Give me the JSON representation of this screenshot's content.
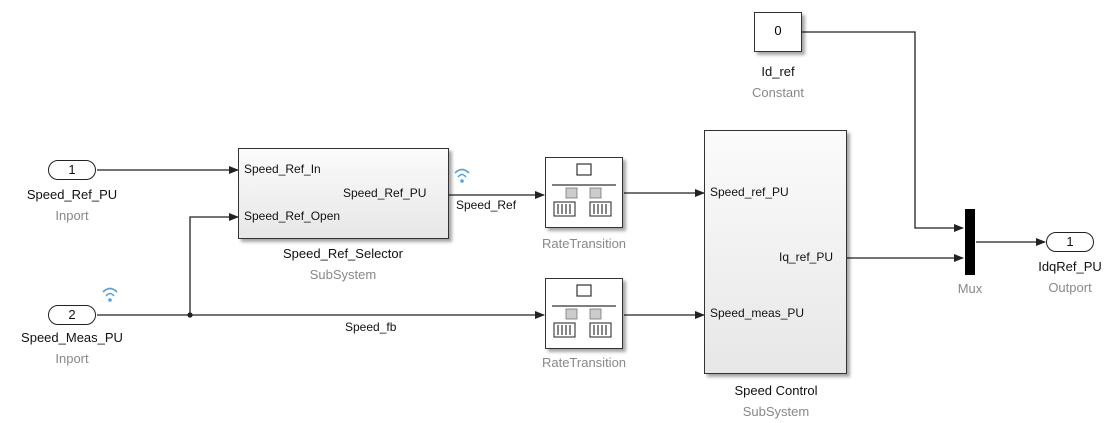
{
  "inports": {
    "in1": {
      "number": "1",
      "name": "Speed_Ref_PU",
      "type": "Inport"
    },
    "in2": {
      "number": "2",
      "name": "Speed_Meas_PU",
      "type": "Inport"
    }
  },
  "constant": {
    "value": "0",
    "name": "Id_ref",
    "type": "Constant"
  },
  "selector": {
    "ports_in": [
      "Speed_Ref_In",
      "Speed_Ref_Open"
    ],
    "port_out": "Speed_Ref_PU",
    "name": "Speed_Ref_Selector",
    "type": "SubSystem"
  },
  "rate_transition": {
    "name": "RateTransition"
  },
  "speed_control": {
    "ports_in": [
      "Speed_ref_PU",
      "Speed_meas_PU"
    ],
    "port_out": "Iq_ref_PU",
    "name": "Speed Control",
    "type": "SubSystem"
  },
  "mux": {
    "name": "Mux"
  },
  "outport": {
    "number": "1",
    "name": "IdqRef_PU",
    "type": "Outport"
  },
  "signals": {
    "speed_ref": "Speed_Ref",
    "speed_fb": "Speed_fb"
  },
  "colors": {
    "wire": "#222222",
    "type_label": "#888888",
    "logging_icon": "#5aa0d8"
  }
}
